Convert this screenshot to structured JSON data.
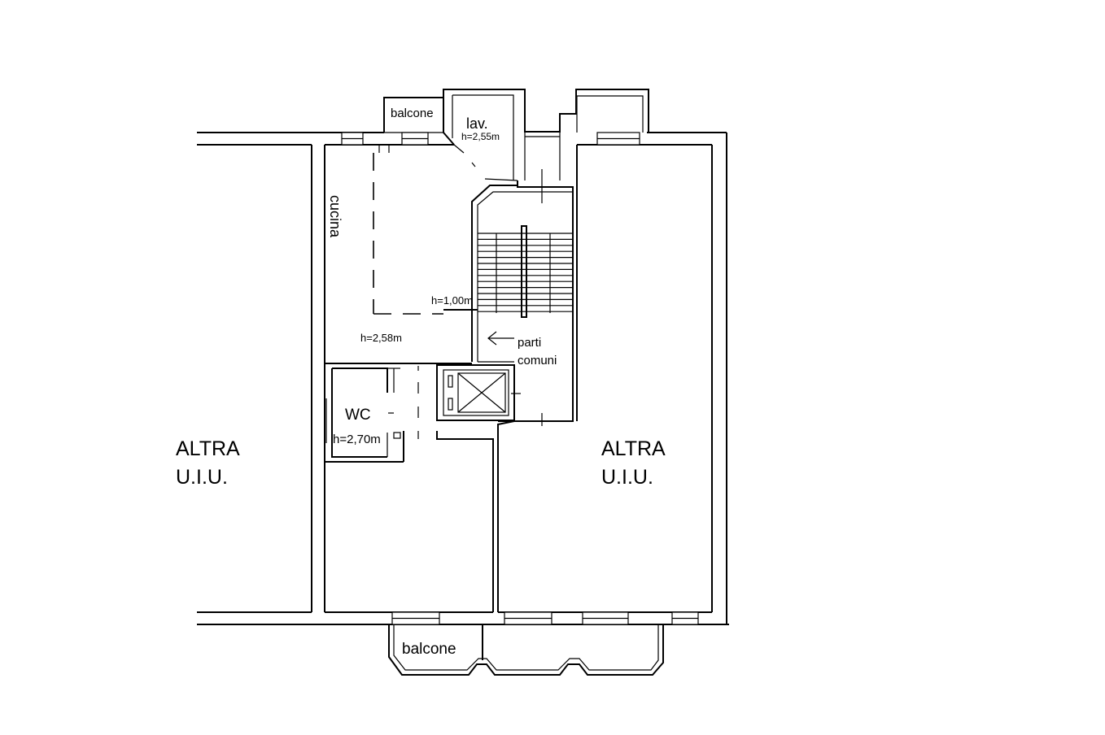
{
  "labels": {
    "left_unit_line1": "ALTRA",
    "left_unit_line2": "U.I.U.",
    "right_unit_line1": "ALTRA",
    "right_unit_line2": "U.I.U.",
    "balcony_top": "balcone",
    "laundry": "lav.",
    "laundry_height": "h=2,55m",
    "kitchen": "cucina",
    "kitchen_height": "h=2,58m",
    "stair_height": "h=1,00m",
    "common_areas_line1": "parti",
    "common_areas_line2": "comuni",
    "wc": "WC",
    "wc_height": "h=2,70m",
    "balcony_bottom": "balcone"
  },
  "icons": [
    "arrow-left-icon",
    "elevator-icon"
  ],
  "colors": {
    "line": "#000000",
    "background": "#ffffff"
  }
}
